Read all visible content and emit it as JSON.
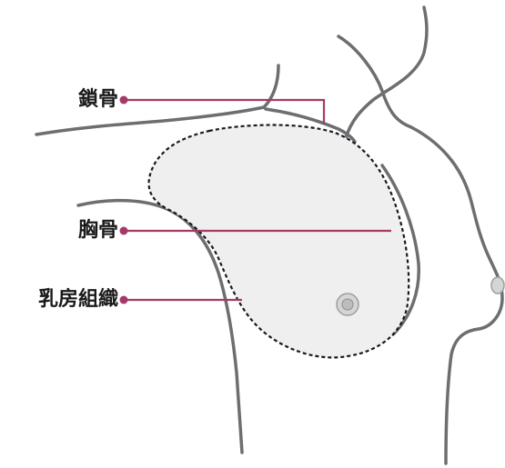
{
  "labels": {
    "clavicle": "鎖骨",
    "sternum": "胸骨",
    "breast_tissue": "乳房組織"
  },
  "colors": {
    "pointer_line": "#a63a66",
    "body_outline": "#6d6e71",
    "tissue_fill": "#efefef",
    "tissue_border": "#1a1a1a",
    "nipple": "#bdbdbd"
  },
  "icons": {
    "nipple": "circle"
  }
}
